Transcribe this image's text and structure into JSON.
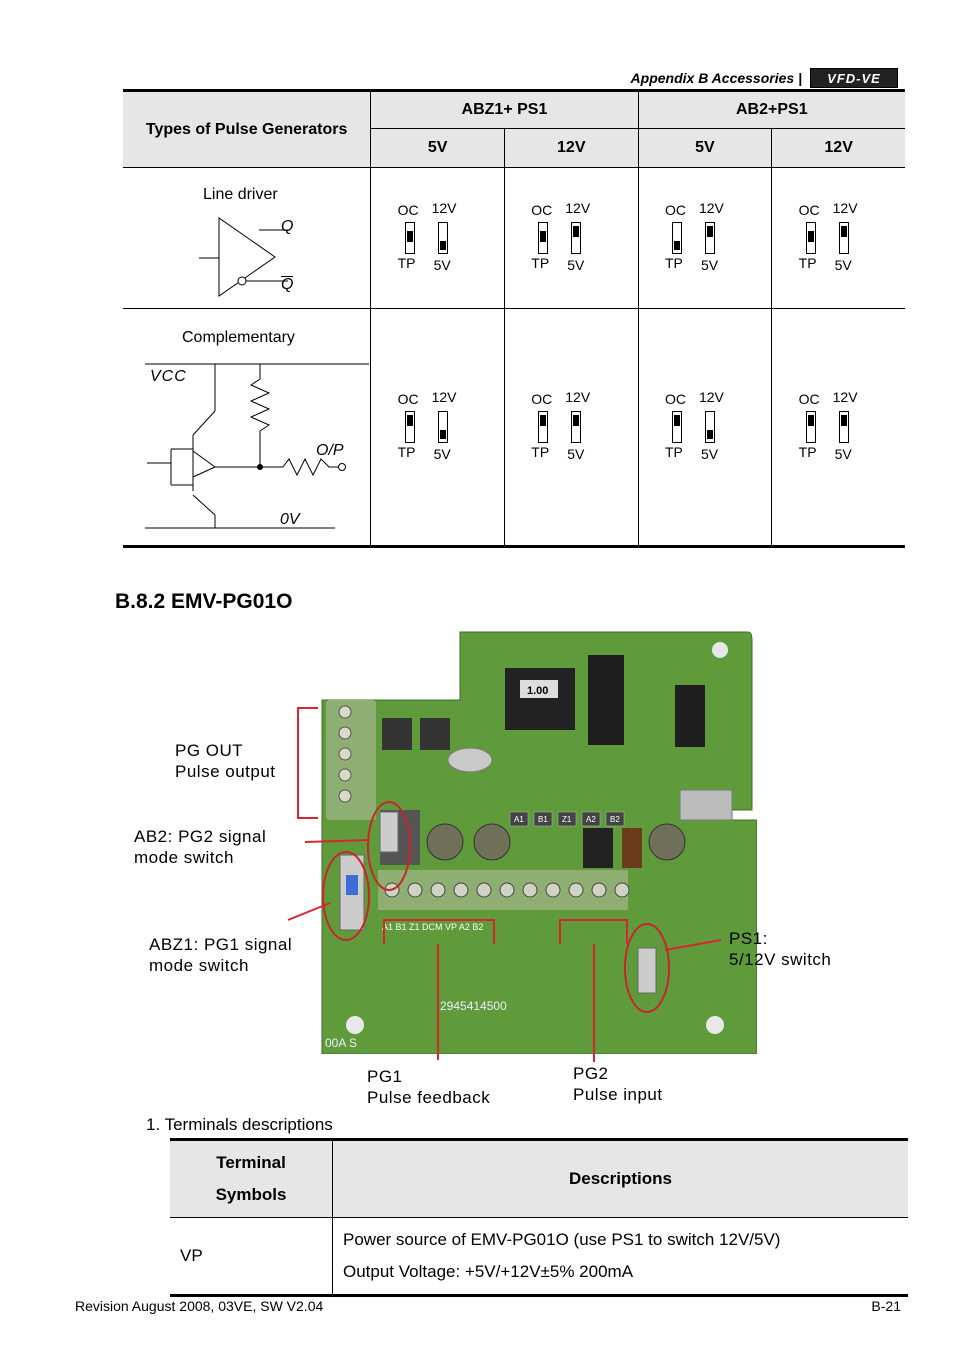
{
  "header": {
    "section": "Appendix B  Accessories |",
    "logo_text": "VFD-VE"
  },
  "pulse_table": {
    "col0": "Types of Pulse Generators",
    "group1": "ABZ1+ PS1",
    "group2": "AB2+PS1",
    "sub": [
      "5V",
      "12V",
      "5V",
      "12V"
    ],
    "row1_label": "Line driver",
    "row1_q": "Q",
    "row1_qbar": "Q",
    "row2_label": "Complementary",
    "row2_vcc": "VCC",
    "row2_op": "O/P",
    "row2_0v": "0V",
    "switch_labels": {
      "oc": "OC",
      "tp": "TP",
      "v12": "12V",
      "v5": "5V"
    }
  },
  "section_title": "B.8.2 EMV-PG01O",
  "figure": {
    "pg_out_1": "PG OUT",
    "pg_out_2": "Pulse output",
    "ab2_1": "AB2: PG2 signal",
    "ab2_2": "mode switch",
    "abz1_1": "ABZ1: PG1 signal",
    "abz1_2": "mode switch",
    "ps1_1": "PS1:",
    "ps1_2": "5/12V switch",
    "pg1_1": "PG1",
    "pg1_2": "Pulse feedback",
    "pg2_1": "PG2",
    "pg2_2": "Pulse input",
    "pcb_serial": "2945414500",
    "pcb_chip": "1.00",
    "pcb_mark": "00A  S",
    "terminals": [
      "A1",
      "B1",
      "Z1",
      "A2",
      "B2"
    ],
    "terminal_row": "A1  B1  Z1  DCM  VP  A2  B2"
  },
  "terminals_heading": "1. Terminals descriptions",
  "terminals_table": {
    "h1a": "Terminal",
    "h1b": "Symbols",
    "h2": "Descriptions",
    "rows": [
      {
        "symbol": "VP",
        "desc1": "Power source of EMV-PG01O (use PS1 to switch 12V/5V)",
        "desc2": "Output Voltage: +5V/+12V±5% 200mA"
      }
    ]
  },
  "footer": {
    "left": "Revision August 2008, 03VE, SW V2.04",
    "right": "B-21"
  }
}
